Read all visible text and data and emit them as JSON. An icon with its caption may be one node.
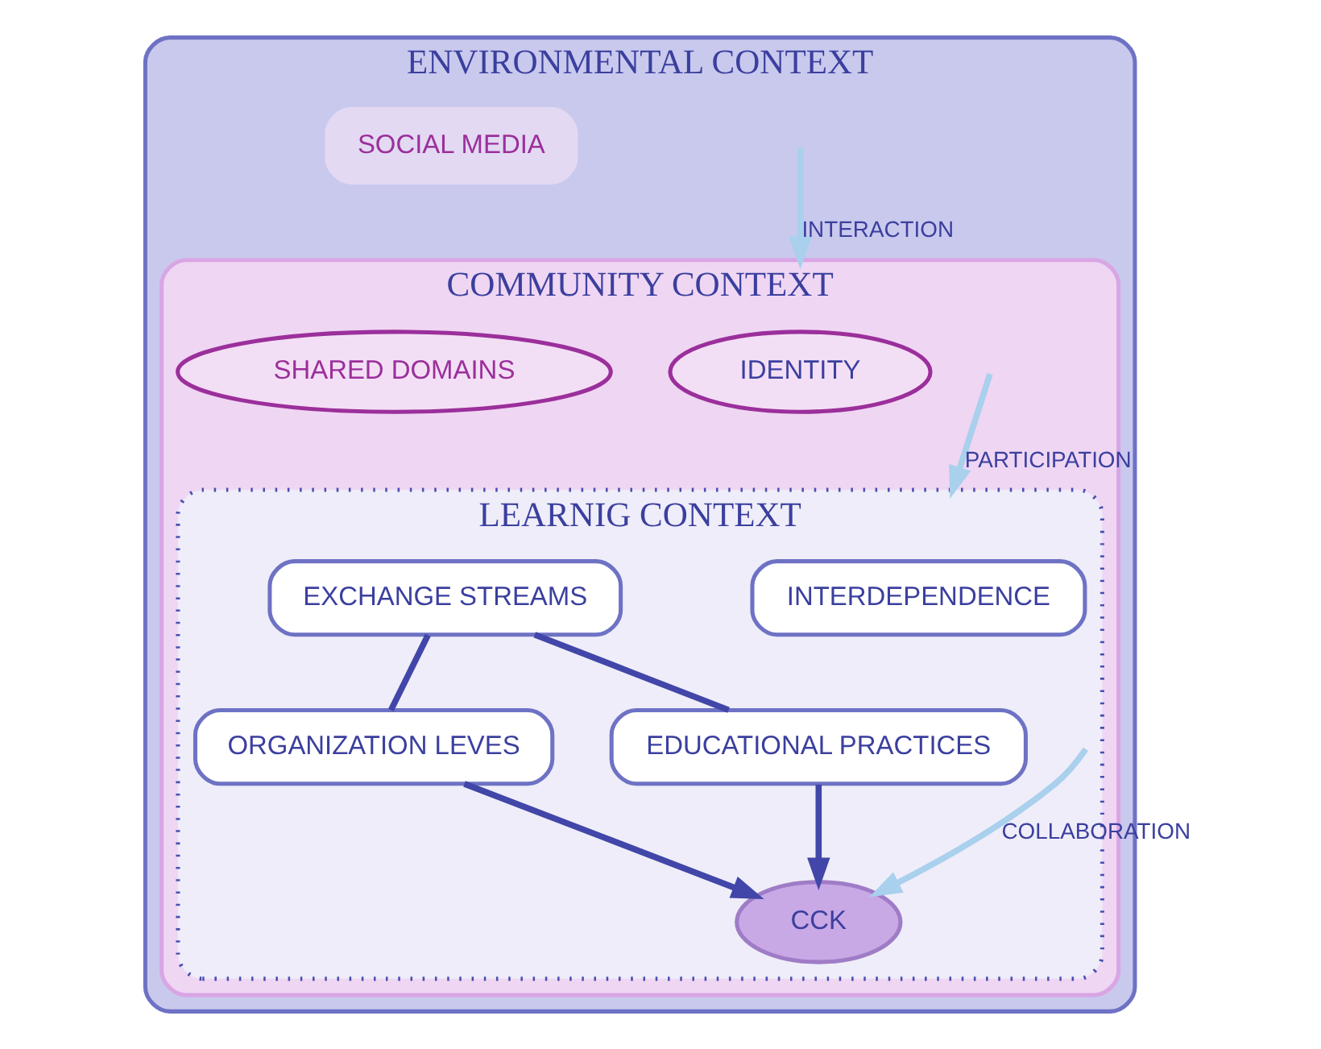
{
  "diagram": {
    "nodes": [
      {
        "text": [
          "ENVIRONMENTAL CONTEXT"
        ]
      },
      {
        "text": [
          "SOCIAL MEDIA"
        ],
        "in": 0
      },
      {
        "text": [
          "COMMUNITY CONTEXT"
        ],
        "in": 0
      },
      {
        "text": [
          "IDENTITY"
        ],
        "in": 2
      },
      {
        "text": [
          "SHARED DOMAINS"
        ],
        "in": 2
      },
      {
        "text": [
          "LEARNIG CONTEXT"
        ],
        "in": 2
      },
      {
        "text": [
          "INTERDEPENDENCE"
        ],
        "in": 5
      },
      {
        "text": [
          "ORGANIZATION LEVES"
        ],
        "in": 5
      },
      {
        "text": [
          "EXCHANGE STREAMS"
        ],
        "in": 5
      },
      {
        "text": [
          "EDUCATIONAL PRACTICES"
        ],
        "in": 5
      },
      {
        "text": [
          "CCK"
        ],
        "in": 5
      }
    ],
    "edges": [
      {
        "from": null,
        "to": 2,
        "arrow": "to",
        "label": "INTERACTION",
        "color": "#a9d0ec"
      },
      {
        "from": null,
        "to": 5,
        "arrow": "to",
        "label": "PARTICIPATION",
        "color": "#a9d0ec"
      },
      {
        "from": null,
        "to": 10,
        "arrow": "to",
        "label": "COLLABORATION",
        "color": "#a9d0ec"
      },
      {
        "from": 8,
        "to": 7,
        "arrow": "none"
      },
      {
        "from": 7,
        "to": 10,
        "arrow": "to"
      },
      {
        "from": 8,
        "to": 9,
        "arrow": "none"
      },
      {
        "from": 9,
        "to": 10,
        "arrow": "to"
      }
    ]
  }
}
